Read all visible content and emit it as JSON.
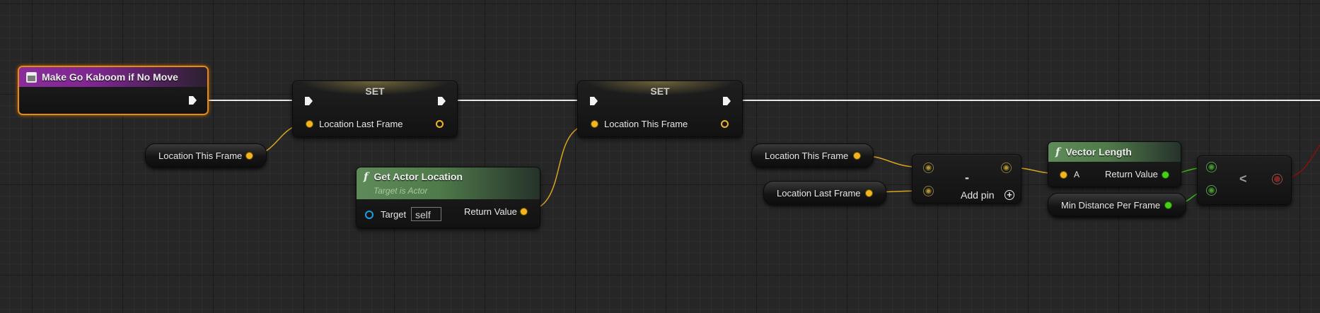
{
  "event_node": {
    "title": "Make Go Kaboom if No Move",
    "icon": "event-icon"
  },
  "set_node_1": {
    "title": "SET",
    "variable": "Location Last Frame"
  },
  "set_node_2": {
    "title": "SET",
    "variable": "Location This Frame"
  },
  "var_location_this_frame_1": {
    "label": "Location This Frame"
  },
  "get_actor_location": {
    "title": "Get Actor Location",
    "subtitle": "Target is Actor",
    "target_label": "Target",
    "target_value": "self",
    "return_label": "Return Value",
    "icon": "function-icon"
  },
  "var_location_this_frame_2": {
    "label": "Location This Frame"
  },
  "var_location_last_frame": {
    "label": "Location Last Frame"
  },
  "subtract_node": {
    "operator": "-",
    "add_pin_label": "Add pin"
  },
  "vector_length": {
    "title": "Vector Length",
    "input_label": "A",
    "return_label": "Return Value",
    "icon": "function-icon"
  },
  "var_min_distance": {
    "label": "Min Distance Per Frame"
  },
  "compare_node": {
    "operator": "<"
  },
  "colors": {
    "exec_wire": "#e8e8e8",
    "vector_wire": "#f1b522",
    "float_wire": "#46d016",
    "bool_wire": "#9a1010",
    "event_header": "#8a2d9a",
    "function_header": "#5f8a5a",
    "selection": "#e58a14"
  }
}
